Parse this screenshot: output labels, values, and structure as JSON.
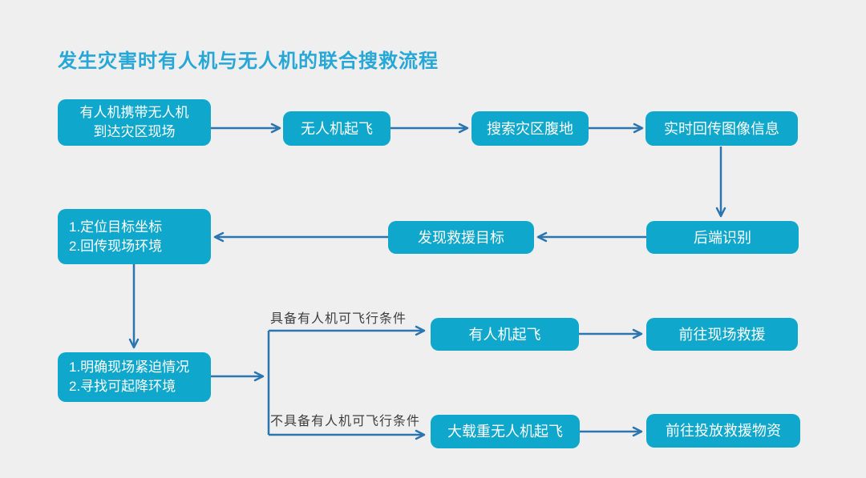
{
  "title": "发生灾害时有人机与无人机的联合搜救流程",
  "colors": {
    "background": "#efefef",
    "node_fill": "#0fa8cc",
    "node_text": "#ffffff",
    "arrow": "#2b76af",
    "title": "#27a7d7",
    "branch_label_text": "#3f3f3f"
  },
  "nodes": {
    "arrive": {
      "label": "有人机携带无人机\n到达灾区现场"
    },
    "drone_takeoff": {
      "label": "无人机起飞"
    },
    "search_area": {
      "label": "搜索灾区腹地"
    },
    "image_feed": {
      "label": "实时回传图像信息"
    },
    "backend_recognition": {
      "label": "后端识别"
    },
    "find_target": {
      "label": "发现救援目标"
    },
    "locate_target": {
      "label": "1.定位目标坐标\n2.回传现场环境"
    },
    "assess_site": {
      "label": "1.明确现场紧迫情况\n2.寻找可起降环境"
    },
    "manned_takeoff": {
      "label": "有人机起飞"
    },
    "go_rescue": {
      "label": "前往现场救援"
    },
    "heavy_drone_takeoff": {
      "label": "大载重无人机起飞"
    },
    "deliver_supplies": {
      "label": "前往投放救援物资"
    }
  },
  "branch_labels": {
    "can_fly": "具备有人机可飞行条件",
    "cannot_fly": "不具备有人机可飞行条件"
  }
}
